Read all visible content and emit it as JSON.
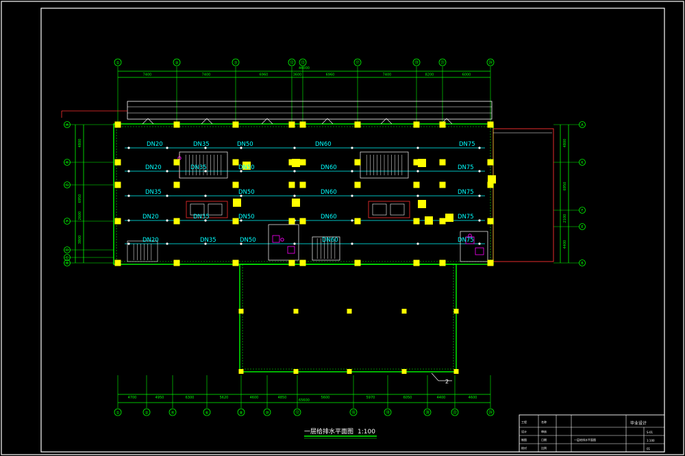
{
  "drawing": {
    "title": "一层给排水平面图",
    "scale": "1:100",
    "callout_number": "2"
  },
  "grid_top": {
    "labels": [
      "①",
      "③",
      "⑦",
      "⑫",
      "⑬",
      "⑰",
      "⑲",
      "㉑",
      "㉔"
    ],
    "dims": [
      "7400",
      "7400",
      "6960",
      "3600",
      "6960",
      "7400",
      "8200",
      "6000"
    ],
    "total": "46000"
  },
  "grid_bottom": {
    "labels": [
      "①",
      "②",
      "④",
      "⑥",
      "⑧",
      "⑩",
      "⑫",
      "⑯",
      "⑱",
      "⑳",
      "㉒",
      "㉔"
    ],
    "dims": [
      "4700",
      "4950",
      "6300",
      "5620",
      "4600",
      "4850",
      "5600",
      "5970",
      "6050",
      "4400",
      "4600"
    ],
    "total": "65600"
  },
  "grid_left": {
    "labels": [
      "A",
      "K",
      "G",
      "F",
      "D",
      "C",
      "B"
    ],
    "dims": [
      "4800",
      "6950",
      "2600",
      "3800"
    ]
  },
  "grid_right": {
    "labels": [
      "A",
      "K",
      "F",
      "E",
      "B"
    ],
    "dims": [
      "4800",
      "6950",
      "2100",
      "4400"
    ]
  },
  "pipe_labels": [
    {
      "text": "DN20"
    },
    {
      "text": "DN35"
    },
    {
      "text": "DN50"
    },
    {
      "text": "DN60"
    },
    {
      "text": "DN75"
    },
    {
      "text": "DN20"
    },
    {
      "text": "DN35"
    },
    {
      "text": "DN50"
    },
    {
      "text": "DN60"
    },
    {
      "text": "DN75"
    },
    {
      "text": "DN35"
    },
    {
      "text": "DN50"
    },
    {
      "text": "DN60"
    },
    {
      "text": "DN75"
    },
    {
      "text": "DN20"
    },
    {
      "text": "DN35"
    },
    {
      "text": "DN50"
    },
    {
      "text": "DN60"
    },
    {
      "text": "DN75"
    },
    {
      "text": "DN20"
    },
    {
      "text": "DN35"
    },
    {
      "text": "DN50"
    },
    {
      "text": "DN60"
    },
    {
      "text": "DN75"
    }
  ],
  "title_block": {
    "school": "毕业设计",
    "rows": [
      [
        "工程",
        "名称"
      ],
      [
        "设计",
        "审核"
      ],
      [
        "制图",
        "日期"
      ],
      [
        "校对",
        "比例"
      ]
    ],
    "sheet_name": "一层给排水平面图",
    "sheet_no": "S-01",
    "scale": "1:100",
    "page": "01"
  }
}
